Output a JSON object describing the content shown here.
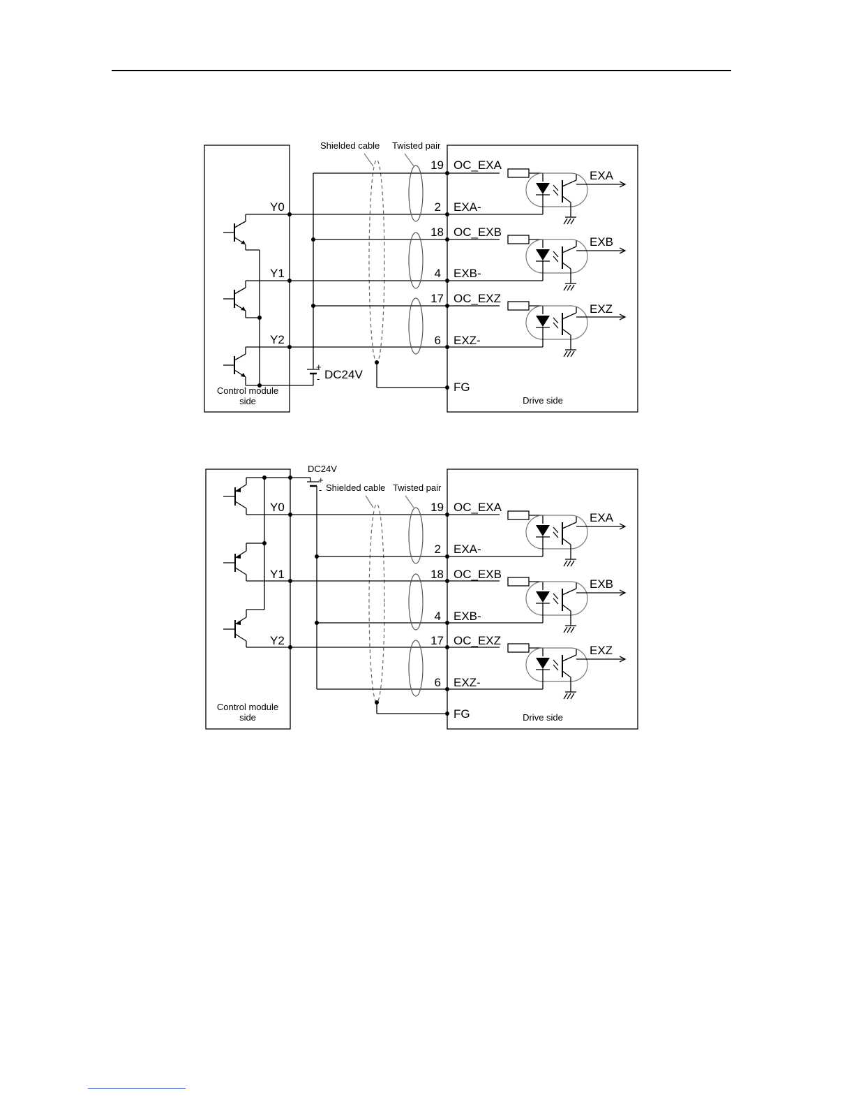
{
  "diagram1": {
    "shielded_cable": "Shielded cable",
    "twisted_pair": "Twisted pair",
    "control_module_line1": "Control module",
    "control_module_line2": "side",
    "drive_side": "Drive side",
    "dc_label": "DC24V",
    "plus": "+",
    "minus": "-",
    "fg": "FG",
    "outputs": [
      "Y0",
      "Y1",
      "Y2"
    ],
    "channels": [
      {
        "oc_pin": "19",
        "oc_name": "OC_EXA",
        "neg_pin": "2",
        "neg_name": "EXA-",
        "signal": "EXA"
      },
      {
        "oc_pin": "18",
        "oc_name": "OC_EXB",
        "neg_pin": "4",
        "neg_name": "EXB-",
        "signal": "EXB"
      },
      {
        "oc_pin": "17",
        "oc_name": "OC_EXZ",
        "neg_pin": "6",
        "neg_name": "EXZ-",
        "signal": "EXZ"
      }
    ]
  },
  "diagram2": {
    "shielded_cable": "Shielded cable",
    "twisted_pair": "Twisted pair",
    "control_module_line1": "Control module",
    "control_module_line2": "side",
    "drive_side": "Drive side",
    "dc_label": "DC24V",
    "plus": "+",
    "minus": "-",
    "fg": "FG",
    "outputs": [
      "Y0",
      "Y1",
      "Y2"
    ],
    "channels": [
      {
        "oc_pin": "19",
        "oc_name": "OC_EXA",
        "neg_pin": "2",
        "neg_name": "EXA-",
        "signal": "EXA"
      },
      {
        "oc_pin": "18",
        "oc_name": "OC_EXB",
        "neg_pin": "4",
        "neg_name": "EXB-",
        "signal": "EXB"
      },
      {
        "oc_pin": "17",
        "oc_name": "OC_EXZ",
        "neg_pin": "6",
        "neg_name": "EXZ-",
        "signal": "EXZ"
      }
    ]
  }
}
